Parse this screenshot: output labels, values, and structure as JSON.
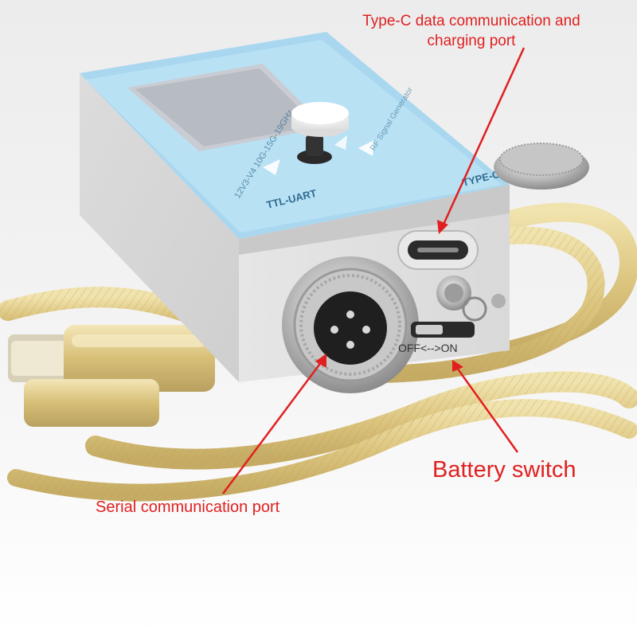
{
  "image": {
    "background_color": "#ffffff",
    "annotation_color": "#e02020"
  },
  "device": {
    "top_panel_text": {
      "port_label_left": "TTL-UART",
      "port_label_right": "TYPE-C",
      "model_line": "12V3-V4 10G-15G-19GHz",
      "title_line": "RF Signal Generator"
    },
    "switch_marking": "OFF<-->ON"
  },
  "annotations": {
    "typec_port_line1": "Type-C data communication and",
    "typec_port_line2": "charging port",
    "battery_switch": "Battery switch",
    "serial_port": "Serial communication port"
  }
}
